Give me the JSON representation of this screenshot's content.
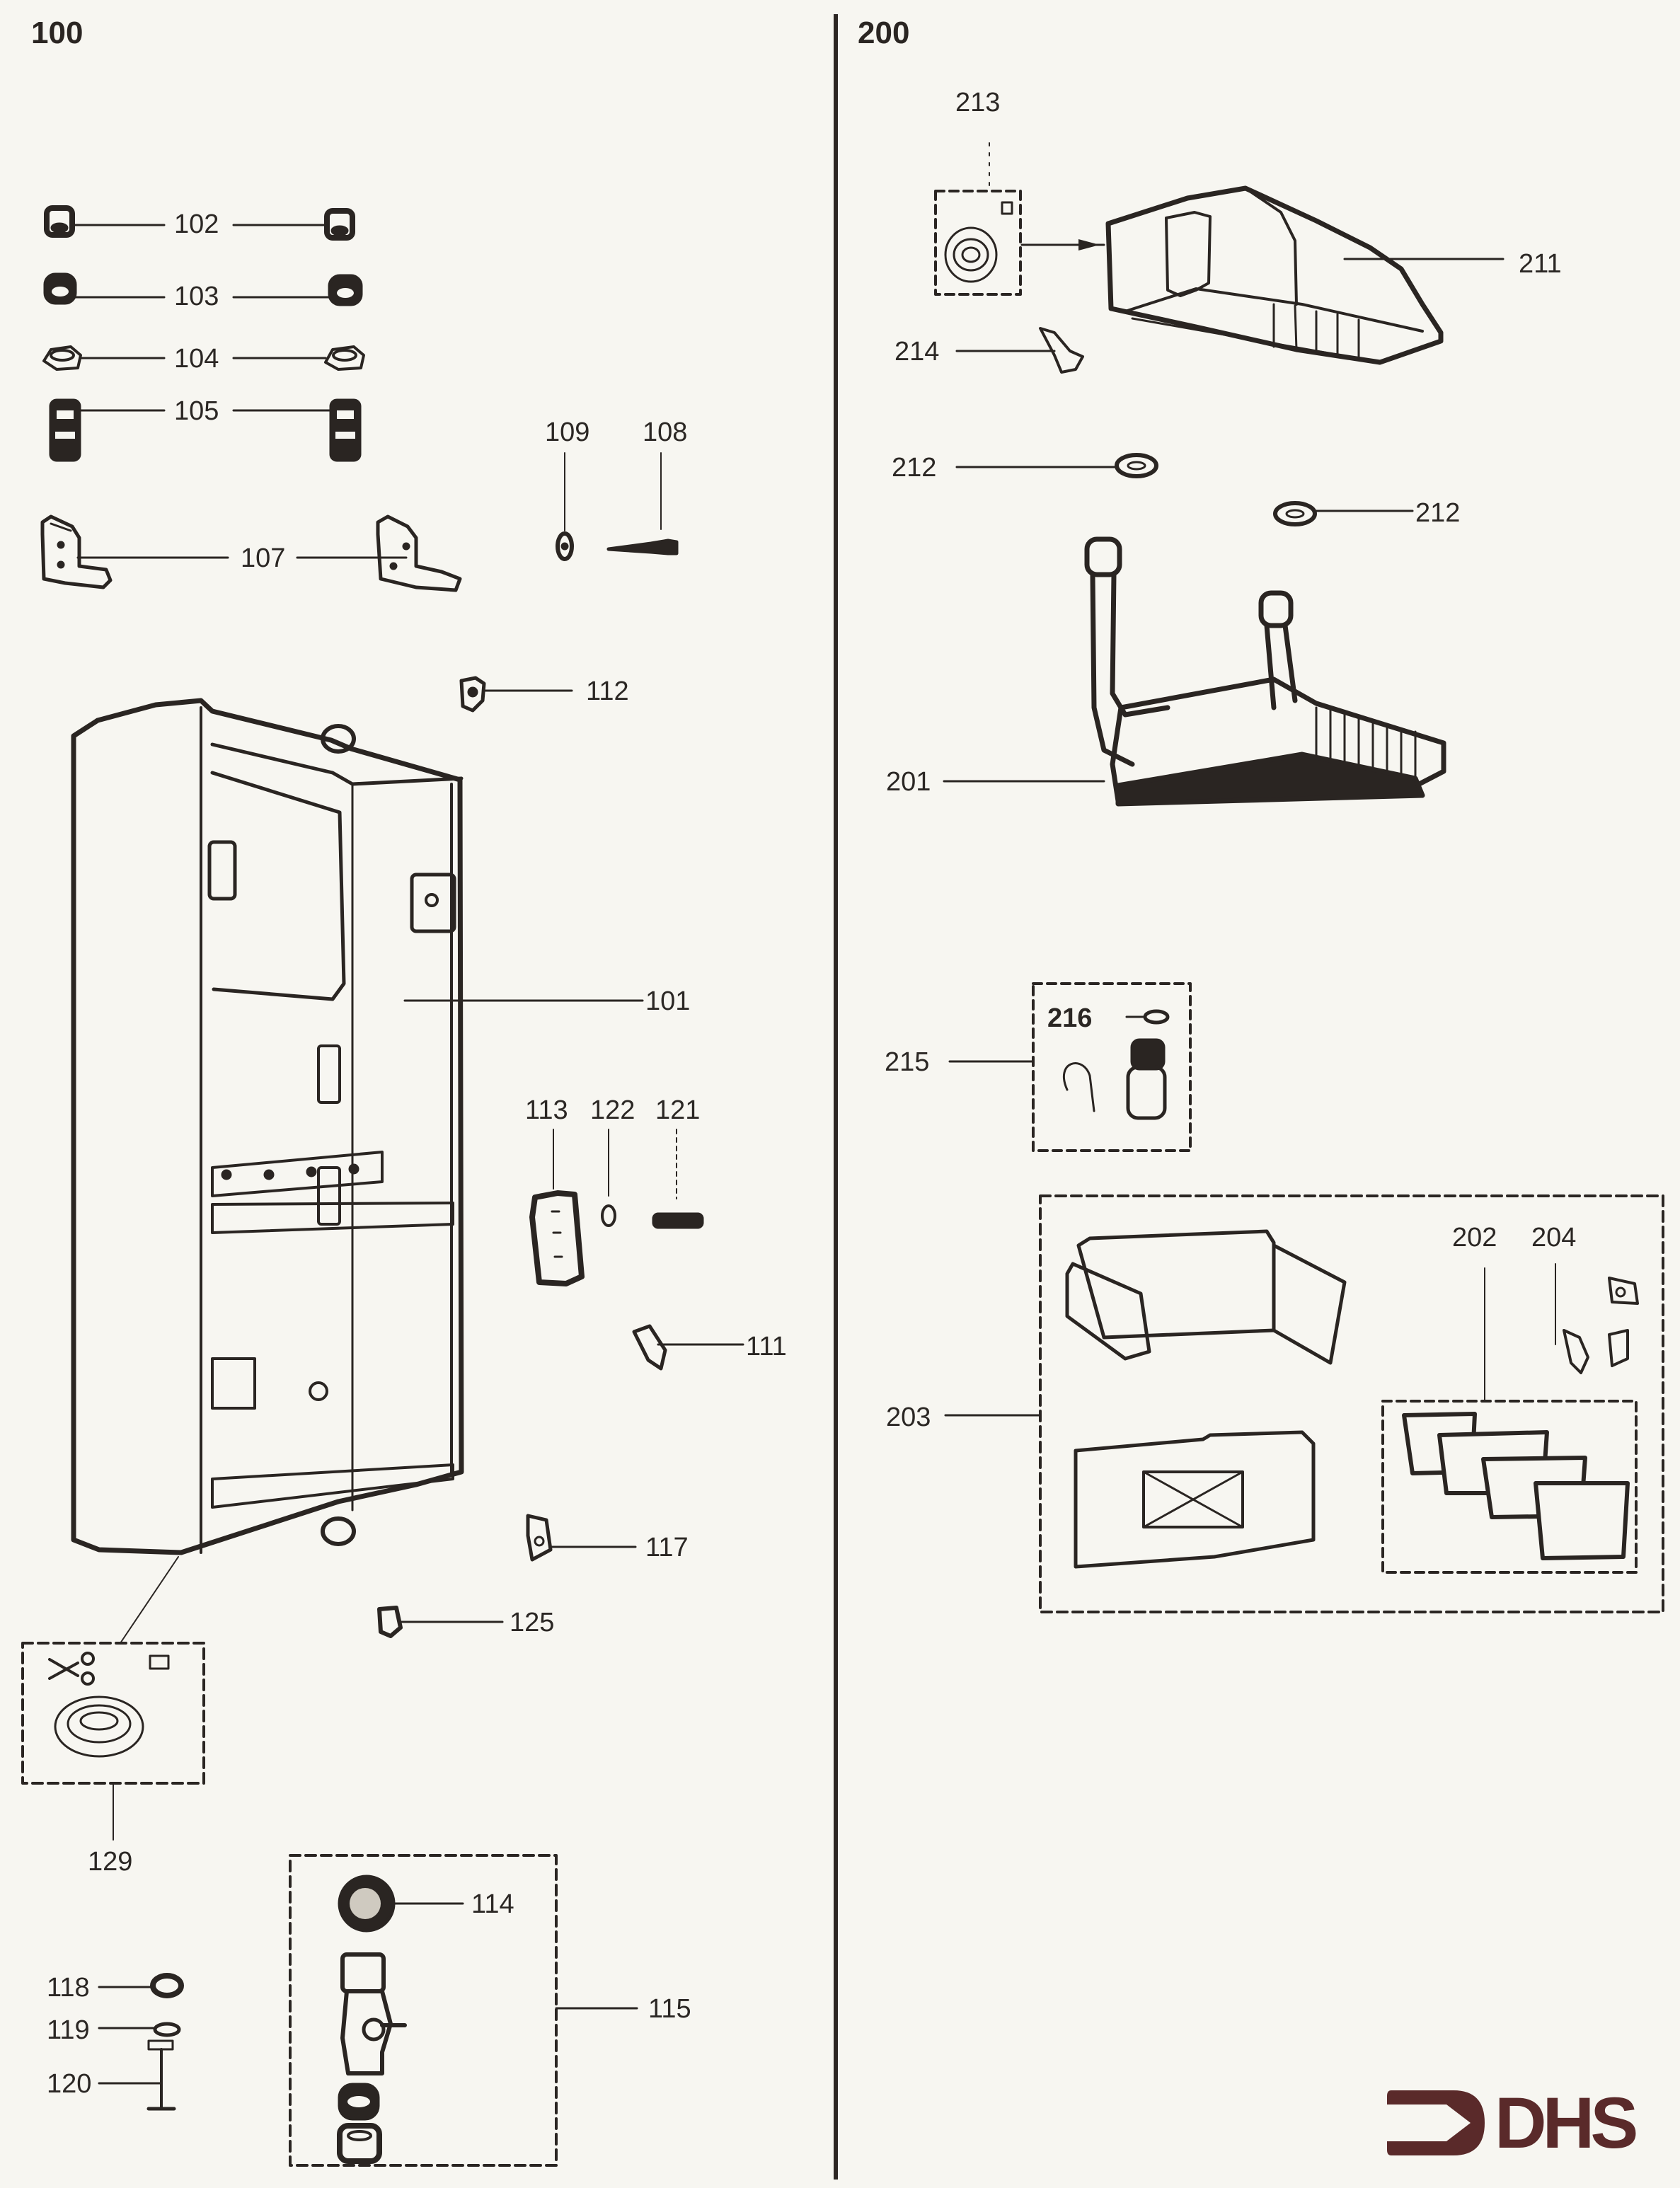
{
  "document": {
    "type": "exploded parts diagram",
    "sections": [
      {
        "id": "100",
        "label": "100"
      },
      {
        "id": "200",
        "label": "200"
      }
    ]
  },
  "section_100": {
    "title": "100",
    "callouts": {
      "p101": "101",
      "p102": "102",
      "p103": "103",
      "p104": "104",
      "p105": "105",
      "p107": "107",
      "p108": "108",
      "p109": "109",
      "p111": "111",
      "p112": "112",
      "p113": "113",
      "p114": "114",
      "p115": "115",
      "p117": "117",
      "p118": "118",
      "p119": "119",
      "p120": "120",
      "p121": "121",
      "p122": "122",
      "p125": "125",
      "p129": "129"
    }
  },
  "section_200": {
    "title": "200",
    "callouts": {
      "p201": "201",
      "p202": "202",
      "p203": "203",
      "p204": "204",
      "p211": "211",
      "p212a": "212",
      "p212b": "212",
      "p213": "213",
      "p214": "214",
      "p215": "215",
      "p216": "216"
    }
  },
  "logo": {
    "text": "DHS",
    "color": "#5a2a2a"
  },
  "colors": {
    "ink": "#2a2522",
    "paper": "#f7f6f1",
    "brand": "#5a2a2a"
  }
}
